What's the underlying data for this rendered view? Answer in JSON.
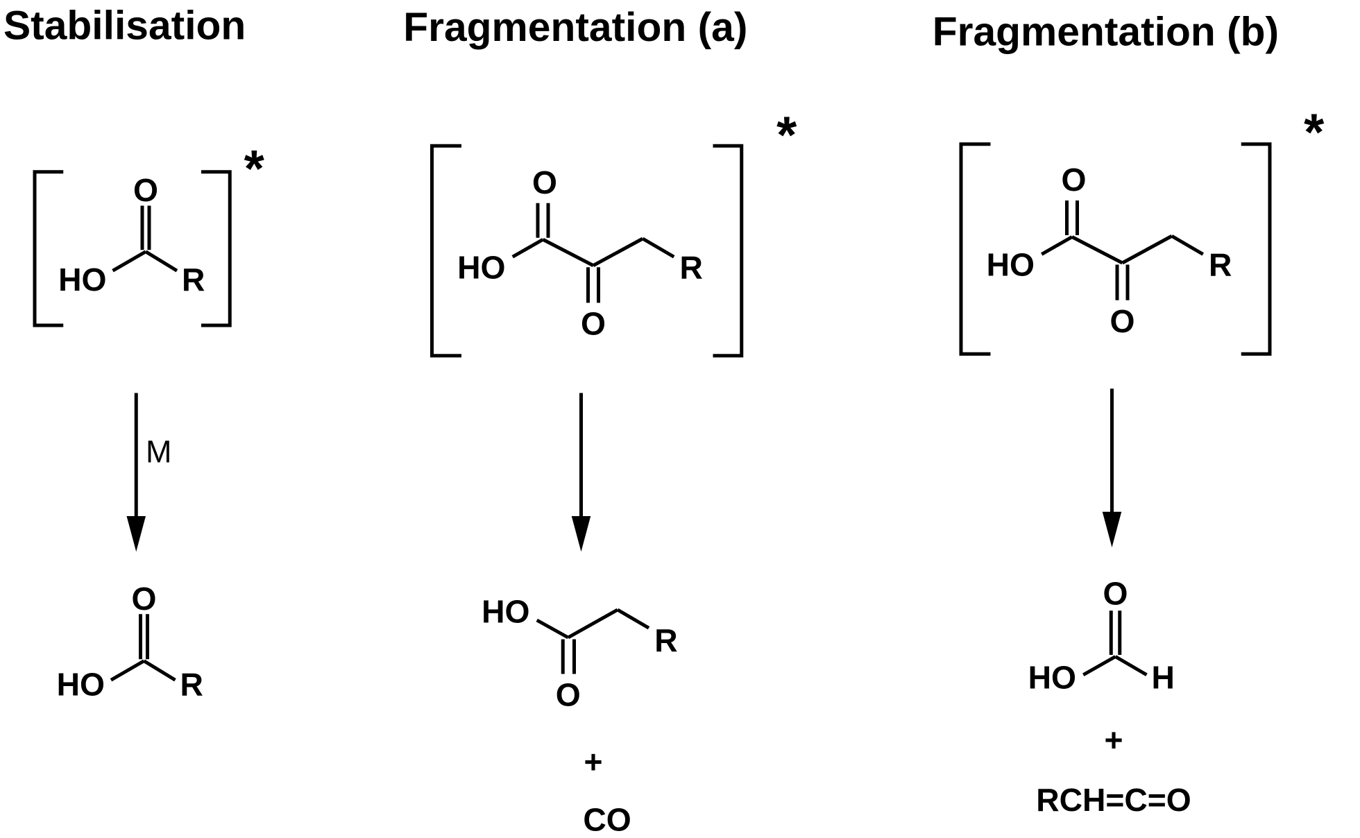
{
  "titles": {
    "stabilisation": "Stabilisation",
    "frag_a": "Fragmentation (a)",
    "frag_b": "Fragmentation (b)"
  },
  "excited_marker": "*",
  "atoms": {
    "ho": "HO",
    "o": "O",
    "r": "R",
    "h": "H"
  },
  "arrow_label_m": "M",
  "plus": "+",
  "byproduct_a": "CO",
  "byproduct_b": "RCH=C=O"
}
